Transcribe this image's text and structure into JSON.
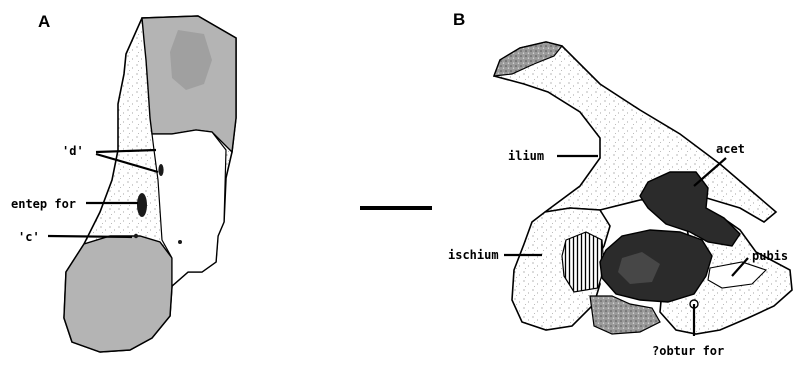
{
  "figure": {
    "panel_a": {
      "letter": "A",
      "labels": {
        "d": "'d'",
        "entep_for": "entep for",
        "c": "'c'"
      }
    },
    "panel_b": {
      "letter": "B",
      "labels": {
        "ilium": "ilium",
        "acet": "acet",
        "ischium": "ischium",
        "pubis": "pubis",
        "obtur_for": "?obtur for"
      }
    },
    "colors": {
      "ink": "#000000",
      "paper": "#ffffff",
      "light_stipple": "#f1f1f1",
      "medium_gray": "#b4b4b4",
      "dark": "#2b2b2b"
    }
  }
}
